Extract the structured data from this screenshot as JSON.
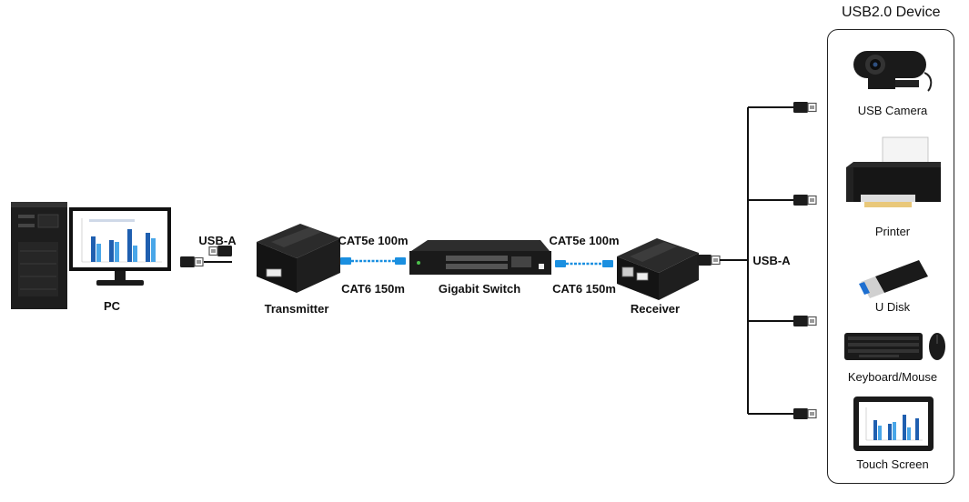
{
  "source": {
    "label": "PC"
  },
  "transmitter": {
    "label": "Transmitter"
  },
  "switch": {
    "label": "Gigabit Switch"
  },
  "receiver": {
    "label": "Receiver"
  },
  "connections": {
    "usb_left": "USB-A",
    "usb_right": "USB-A",
    "cable_left": {
      "top": "CAT5e 100m",
      "bottom": "CAT6  150m"
    },
    "cable_right": {
      "top": "CAT5e 100m",
      "bottom": "CAT6  150m"
    }
  },
  "device_panel": {
    "title": "USB2.0 Device",
    "devices": [
      {
        "label": "USB Camera"
      },
      {
        "label": "Printer"
      },
      {
        "label": "U Disk"
      },
      {
        "label": "Keyboard/Mouse"
      },
      {
        "label": "Touch Screen"
      }
    ]
  },
  "colors": {
    "cable": "#1a8fe0",
    "line": "#111111",
    "device": "#1c1c1c"
  }
}
